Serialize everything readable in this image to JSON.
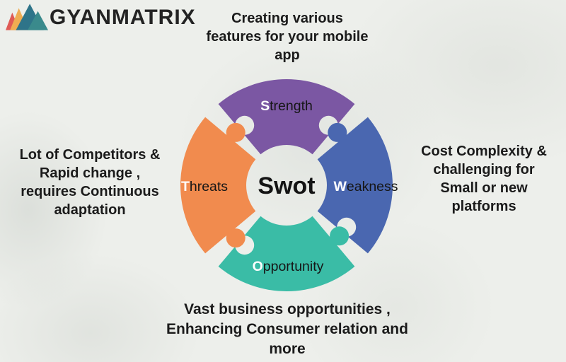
{
  "logo": {
    "brand": "GYANMATRIX",
    "icon": "mountain-logo-icon",
    "icon_colors": {
      "coral": "#df5a55",
      "amber": "#efad52",
      "teal_dark": "#2e7489",
      "teal": "#3a8a8c"
    }
  },
  "diagram": {
    "title": "Swot",
    "center_text_color": "#141414",
    "first_letter_color": "#ffffff",
    "label_text_color": "#161616",
    "segments": [
      {
        "name": "Strength",
        "first_letter": "S",
        "rest": "trength",
        "color": "#7b57a3",
        "position": "top"
      },
      {
        "name": "Weakness",
        "first_letter": "W",
        "rest": "eakness",
        "color": "#4a67b0",
        "position": "right"
      },
      {
        "name": "Opportunity",
        "first_letter": "O",
        "rest": "pportunity",
        "color": "#3abca6",
        "position": "bottom"
      },
      {
        "name": "Threats",
        "first_letter": "T",
        "rest": "hreats",
        "color": "#f18b4e",
        "position": "left"
      }
    ]
  },
  "captions": {
    "top": {
      "text": "Creating various features for your mobile app",
      "lines": [
        "Creating various",
        "features for your mobile",
        "app"
      ]
    },
    "right": {
      "text": "Cost Complexity & challenging for Small or new platforms",
      "lines": [
        "Cost Complexity &",
        "challenging for",
        "Small or new",
        "platforms"
      ]
    },
    "bottom": {
      "text": "Vast business opportunities , Enhancing Consumer relation and more",
      "lines": [
        "Vast business opportunities ,",
        "Enhancing Consumer relation and",
        "more"
      ]
    },
    "left": {
      "text": "Lot of Competitors & Rapid change , requires Continuous adaptation",
      "lines": [
        "Lot of Competitors &",
        "Rapid change ,",
        "requires Continuous",
        "adaptation"
      ]
    }
  }
}
